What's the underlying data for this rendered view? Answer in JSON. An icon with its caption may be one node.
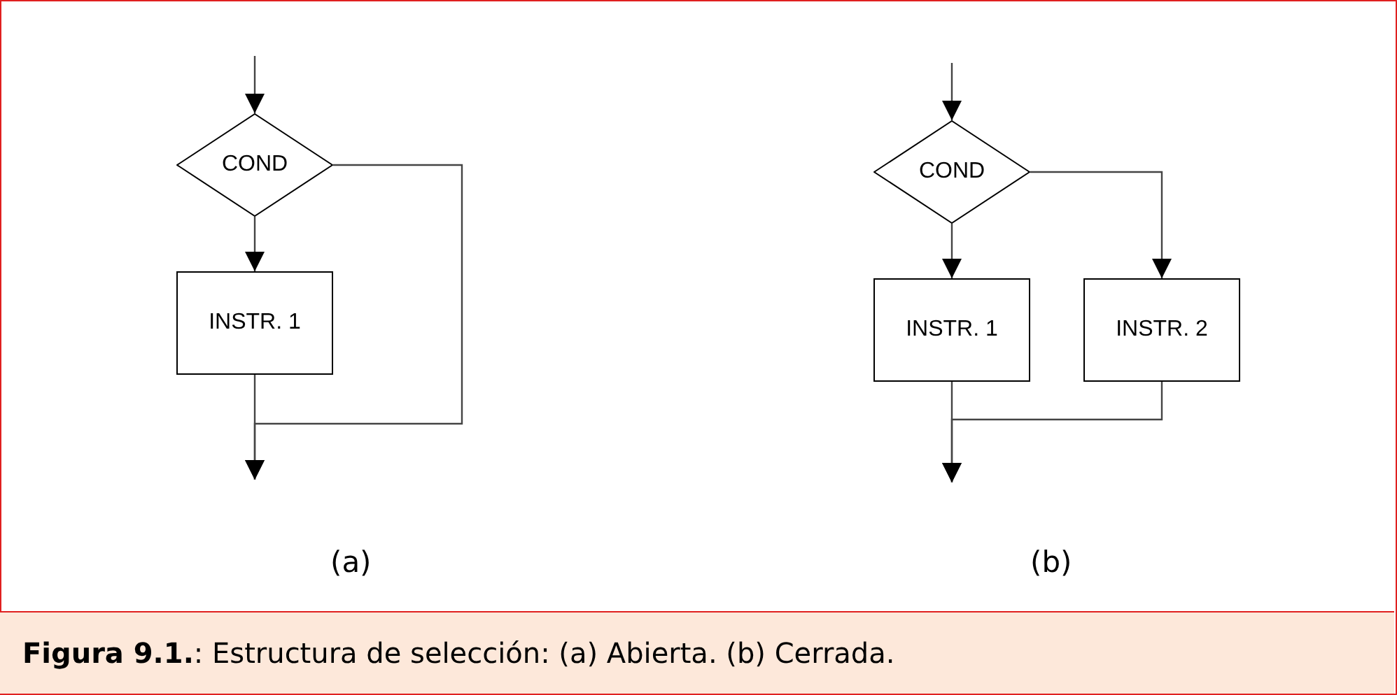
{
  "diagram": {
    "caption": "**Figura 9.1.**: Estructura de selección: (a) Abierta. (b) Cerrada.",
    "nodes": [
      {
        "text": [
          "COND"
        ]
      },
      {
        "text": [
          "INSTR. 1"
        ]
      },
      {
        "text": [
          "COND"
        ]
      },
      {
        "text": [
          "INSTR. 1"
        ]
      },
      {
        "text": [
          "INSTR. 2"
        ]
      }
    ],
    "edges": [
      {
        "from": null,
        "to": 0,
        "arrow": "to"
      },
      {
        "from": 0,
        "to": 1,
        "arrow": "to"
      },
      {
        "from": 1,
        "to": null,
        "arrow": "to"
      },
      {
        "from": 0,
        "to": null,
        "arrow": "to"
      },
      {
        "from": null,
        "to": 2,
        "arrow": "to"
      },
      {
        "from": 2,
        "to": 3,
        "arrow": "to"
      },
      {
        "from": 2,
        "to": 4,
        "arrow": "to"
      },
      {
        "from": 3,
        "to": null,
        "arrow": "to"
      },
      {
        "from": 4,
        "to": null,
        "arrow": "to"
      }
    ],
    "labels": [
      "(a)",
      "(b)"
    ]
  }
}
